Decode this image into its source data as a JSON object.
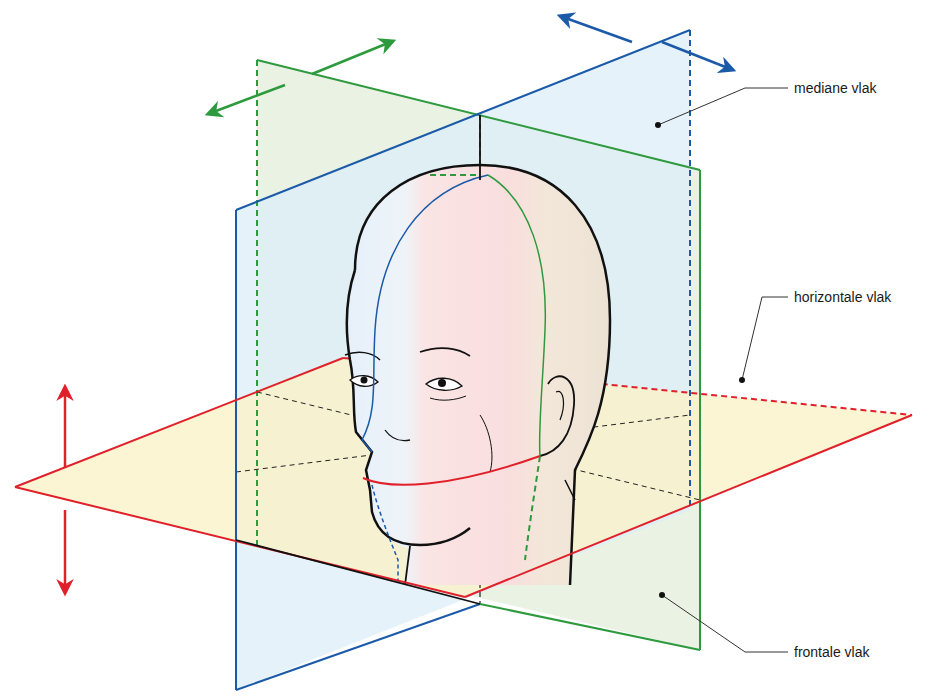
{
  "diagram": {
    "labels": [
      "mediane vlak",
      "horizontale vlak",
      "frontale vlak"
    ]
  }
}
